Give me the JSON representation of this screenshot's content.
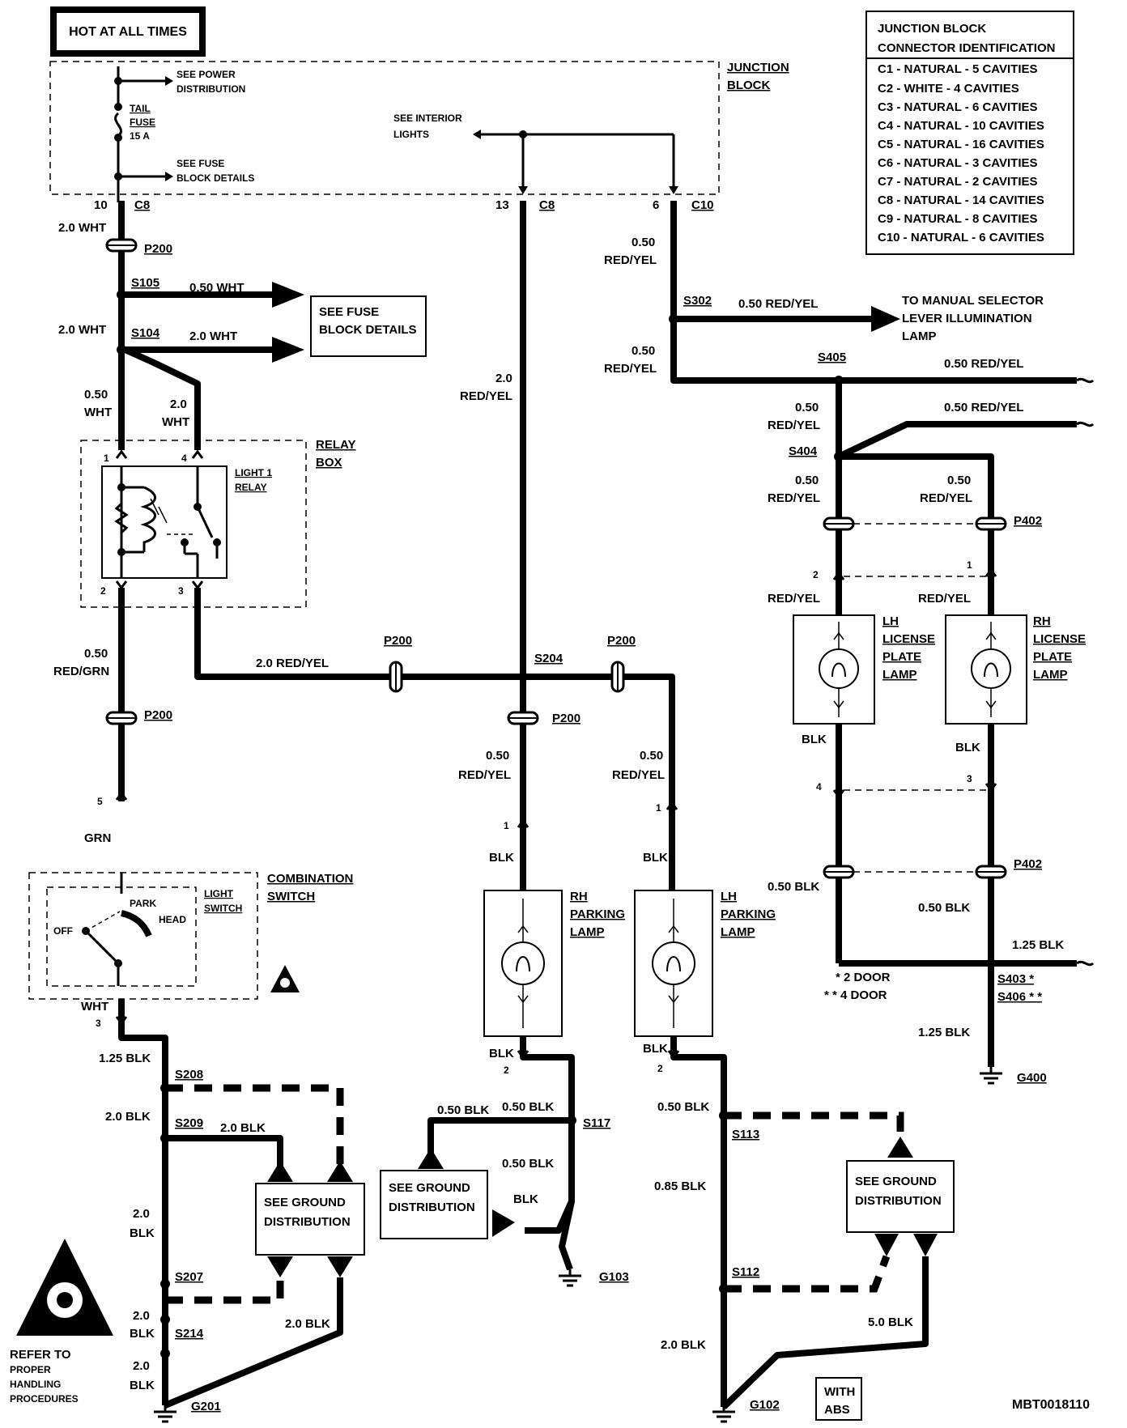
{
  "header": {
    "hot_at_all_times": "HOT AT ALL TIMES",
    "junction_block": [
      "JUNCTION",
      "BLOCK"
    ],
    "see_power_distribution": [
      "SEE POWER",
      "DISTRIBUTION"
    ],
    "tail_fuse": [
      "TAIL",
      "FUSE",
      "15 A"
    ],
    "see_fuse_block_details_small": [
      "SEE FUSE",
      "BLOCK DETAILS"
    ],
    "see_interior_lights": [
      "SEE INTERIOR",
      "LIGHTS"
    ]
  },
  "connector_table": {
    "title": [
      "JUNCTION BLOCK",
      "CONNECTOR IDENTIFICATION"
    ],
    "rows": [
      "C1 - NATURAL - 5 CAVITIES",
      "C2 - WHITE - 4 CAVITIES",
      "C3 - NATURAL - 6 CAVITIES",
      "C4 - NATURAL - 10 CAVITIES",
      "C5 - NATURAL - 16 CAVITIES",
      "C6 - NATURAL - 3 CAVITIES",
      "C7 - NATURAL - 2 CAVITIES",
      "C8 - NATURAL - 14 CAVITIES",
      "C9 - NATURAL - 8 CAVITIES",
      "C10 - NATURAL - 6 CAVITIES"
    ]
  },
  "connectors": {
    "pin_10": "10",
    "c8_left": "C8",
    "pin_13": "13",
    "c8_mid": "C8",
    "pin_6": "6",
    "c10": "C10",
    "p200": "P200",
    "p402": "P402"
  },
  "splices": {
    "s105": "S105",
    "s104": "S104",
    "s302": "S302",
    "s405": "S405",
    "s404": "S404",
    "s204": "S204",
    "s208": "S208",
    "s209": "S209",
    "s207": "S207",
    "s214": "S214",
    "s117": "S117",
    "s113": "S113",
    "s112": "S112",
    "s403": "S403 *",
    "s406": "S406 * *"
  },
  "grounds": {
    "g201": "G201",
    "g103": "G103",
    "g102": "G102",
    "g400": "G400"
  },
  "wires": {
    "w2_0_wht": "2.0 WHT",
    "w2_0_wht_b": "2.0 WHT",
    "w0_50_wht_s105": "0.50 WHT",
    "w2_0_wht_s104": "2.0 WHT",
    "w0_50_wht": [
      "0.50",
      "WHT"
    ],
    "w2_0_wht_relay": [
      "2.0",
      "WHT"
    ],
    "w0_50_red_grn": [
      "0.50",
      "RED/GRN"
    ],
    "grn": "GRN",
    "wht": "WHT",
    "w2_0_red_yel_relay": "2.0 RED/YEL",
    "w2_0_red_yel_vert": [
      "2.0",
      "RED/YEL"
    ],
    "w0_50_red_yel_c10": [
      "0.50",
      "RED/YEL"
    ],
    "w0_50_red_yel_s302": "0.50 RED/YEL",
    "w0_50_red_yel_below": [
      "0.50",
      "RED/YEL"
    ],
    "w0_50_red_yel_s405": "0.50 RED/YEL",
    "w0_50_red_yel_a": [
      "0.50",
      "RED/YEL"
    ],
    "w0_50_red_yel_s404": "0.50 RED/YEL",
    "w0_50_red_yel_b": [
      "0.50",
      "RED/YEL"
    ],
    "w0_50_red_yel_c": [
      "0.50",
      "RED/YEL"
    ],
    "red_yel_lh": "RED/YEL",
    "red_yel_rh": "RED/YEL",
    "w0_50_red_yel_rhp": [
      "0.50",
      "RED/YEL"
    ],
    "w0_50_red_yel_lhp": [
      "0.50",
      "RED/YEL"
    ],
    "blk": "BLK",
    "w0_50_blk": "0.50 BLK",
    "w1_25_blk": "1.25 BLK",
    "w2_0_blk": "2.0 BLK",
    "w0_85_blk": "0.85 BLK",
    "w5_0_blk": "5.0 BLK",
    "w2_0_blk_stack": [
      "2.0",
      "BLK"
    ]
  },
  "components": {
    "relay_box": [
      "RELAY",
      "BOX"
    ],
    "light_relay": [
      "LIGHT 1",
      "RELAY"
    ],
    "combination_switch": [
      "COMBINATION",
      "SWITCH"
    ],
    "light_switch": [
      "LIGHT",
      "SWITCH"
    ],
    "switch_positions": {
      "off": "OFF",
      "park": "PARK",
      "head": "HEAD"
    },
    "rh_parking_lamp": [
      "RH",
      "PARKING",
      "LAMP"
    ],
    "lh_parking_lamp": [
      "LH",
      "PARKING",
      "LAMP"
    ],
    "lh_license_plate_lamp": [
      "LH",
      "LICENSE",
      "PLATE",
      "LAMP"
    ],
    "rh_license_plate_lamp": [
      "RH",
      "LICENSE",
      "PLATE",
      "LAMP"
    ],
    "manual_selector": [
      "TO MANUAL SELECTOR",
      "LEVER ILLUMINATION",
      "LAMP"
    ],
    "see_fuse_block_details": [
      "SEE FUSE",
      "BLOCK DETAILS"
    ],
    "see_ground_distribution": [
      "SEE GROUND",
      "DISTRIBUTION"
    ],
    "with_abs": [
      "WITH",
      "ABS"
    ]
  },
  "notes": {
    "two_door": "* 2 DOOR",
    "four_door": "* * 4 DOOR",
    "refer_to": [
      "REFER TO",
      "PROPER",
      "HANDLING",
      "PROCEDURES"
    ],
    "figure_id": "MBT0018110"
  },
  "pins": {
    "p1": "1",
    "p2": "2",
    "p3": "3",
    "p4": "4",
    "p5": "5"
  },
  "colors": {
    "ink": "#000000",
    "paper": "#ffffff"
  }
}
